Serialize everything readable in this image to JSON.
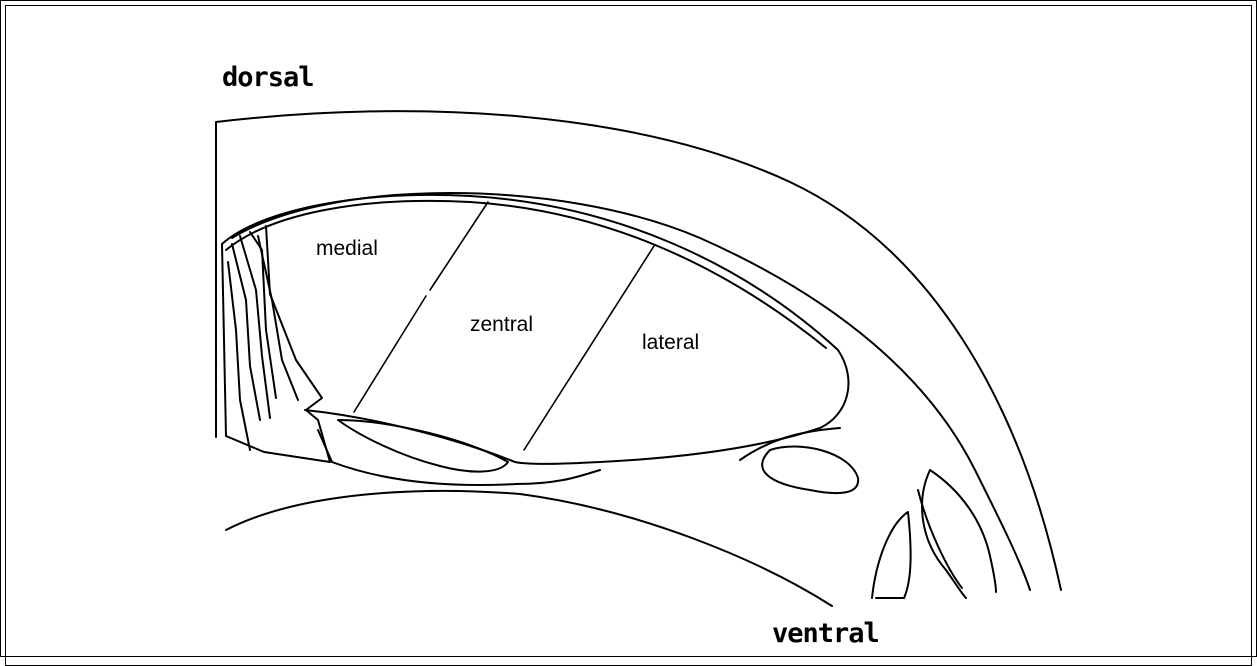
{
  "labels": {
    "dorsal": "dorsal",
    "ventral": "ventral",
    "medial": "medial",
    "zentral": "zentral",
    "lateral": "lateral"
  },
  "colors": {
    "background": "#ffffff",
    "stroke": "#000000"
  }
}
